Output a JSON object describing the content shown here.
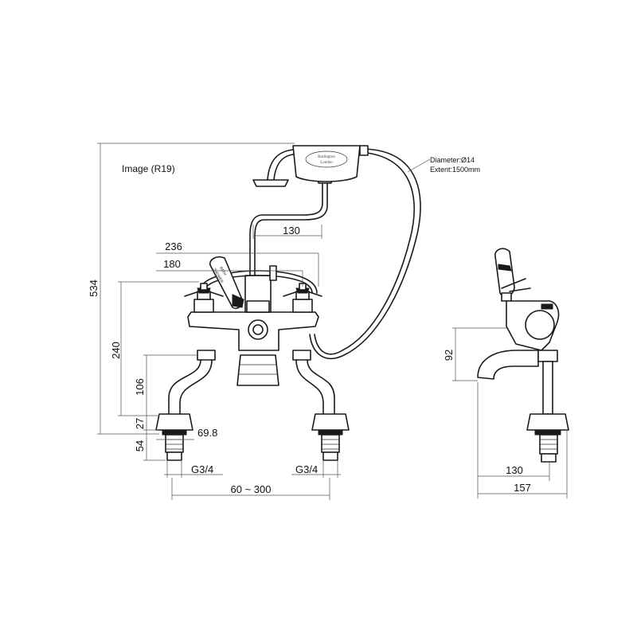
{
  "caption": "Image (R19)",
  "hose_note": {
    "diameter": "Diameter:Ø14",
    "extent": "Extent:1500mm"
  },
  "brand": {
    "name": "Burlington",
    "city": "London"
  },
  "handle_marks": [
    "SHOWER",
    "BATH"
  ],
  "front_view": {
    "dimensions": {
      "overall_height": "534",
      "body_height": "240",
      "leg_height": "106",
      "collar_height": "27",
      "shank_length": "54",
      "shank_width": "69.8",
      "thread_left": "G3/4",
      "thread_right": "G3/4",
      "centres": "60 ~ 300",
      "width_outer": "236",
      "width_inner": "180",
      "handset_offset": "130"
    }
  },
  "side_view": {
    "dimensions": {
      "spout_height": "92",
      "projection_inner": "130",
      "projection_outer": "157"
    }
  }
}
